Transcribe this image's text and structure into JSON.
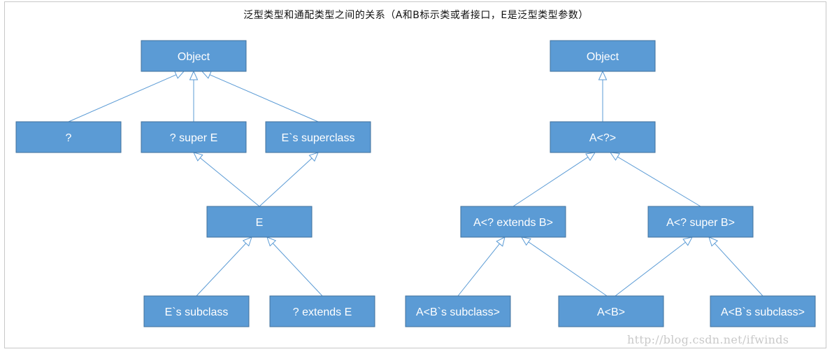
{
  "title": "泛型类型和通配类型之间的关系（A和B标示类或者接口，E是泛型类型参数）",
  "watermark": "http://blog.csdn.net/ifwinds",
  "colors": {
    "node_fill": "#5b9bd5",
    "node_border": "#41719c",
    "node_text": "#ffffff",
    "edge": "#5b9bd5"
  },
  "left_diagram": {
    "nodes": [
      {
        "id": "L_object",
        "label": "Object"
      },
      {
        "id": "L_unbounded",
        "label": "?"
      },
      {
        "id": "L_super_e",
        "label": "? super E"
      },
      {
        "id": "L_e_superclass",
        "label": "E`s superclass"
      },
      {
        "id": "L_e",
        "label": "E"
      },
      {
        "id": "L_e_subclass",
        "label": "E`s subclass"
      },
      {
        "id": "L_extends_e",
        "label": "? extends E"
      }
    ],
    "edges": [
      {
        "from": "L_unbounded",
        "to": "L_object"
      },
      {
        "from": "L_super_e",
        "to": "L_object"
      },
      {
        "from": "L_e_superclass",
        "to": "L_object"
      },
      {
        "from": "L_e",
        "to": "L_super_e"
      },
      {
        "from": "L_e",
        "to": "L_e_superclass"
      },
      {
        "from": "L_e_subclass",
        "to": "L_e"
      },
      {
        "from": "L_extends_e",
        "to": "L_e"
      }
    ]
  },
  "right_diagram": {
    "nodes": [
      {
        "id": "R_object",
        "label": "Object"
      },
      {
        "id": "R_a_wild",
        "label": "A<?>"
      },
      {
        "id": "R_a_extends_b",
        "label": "A<? extends B>"
      },
      {
        "id": "R_a_super_b",
        "label": "A<? super B>"
      },
      {
        "id": "R_a_b_subclass_1",
        "label": "A<B`s subclass>"
      },
      {
        "id": "R_a_b",
        "label": "A<B>"
      },
      {
        "id": "R_a_b_subclass_2",
        "label": "A<B`s subclass>"
      }
    ],
    "edges": [
      {
        "from": "R_a_wild",
        "to": "R_object"
      },
      {
        "from": "R_a_extends_b",
        "to": "R_a_wild"
      },
      {
        "from": "R_a_super_b",
        "to": "R_a_wild"
      },
      {
        "from": "R_a_b_subclass_1",
        "to": "R_a_extends_b"
      },
      {
        "from": "R_a_b",
        "to": "R_a_extends_b"
      },
      {
        "from": "R_a_b",
        "to": "R_a_super_b"
      },
      {
        "from": "R_a_b_subclass_2",
        "to": "R_a_super_b"
      }
    ]
  }
}
